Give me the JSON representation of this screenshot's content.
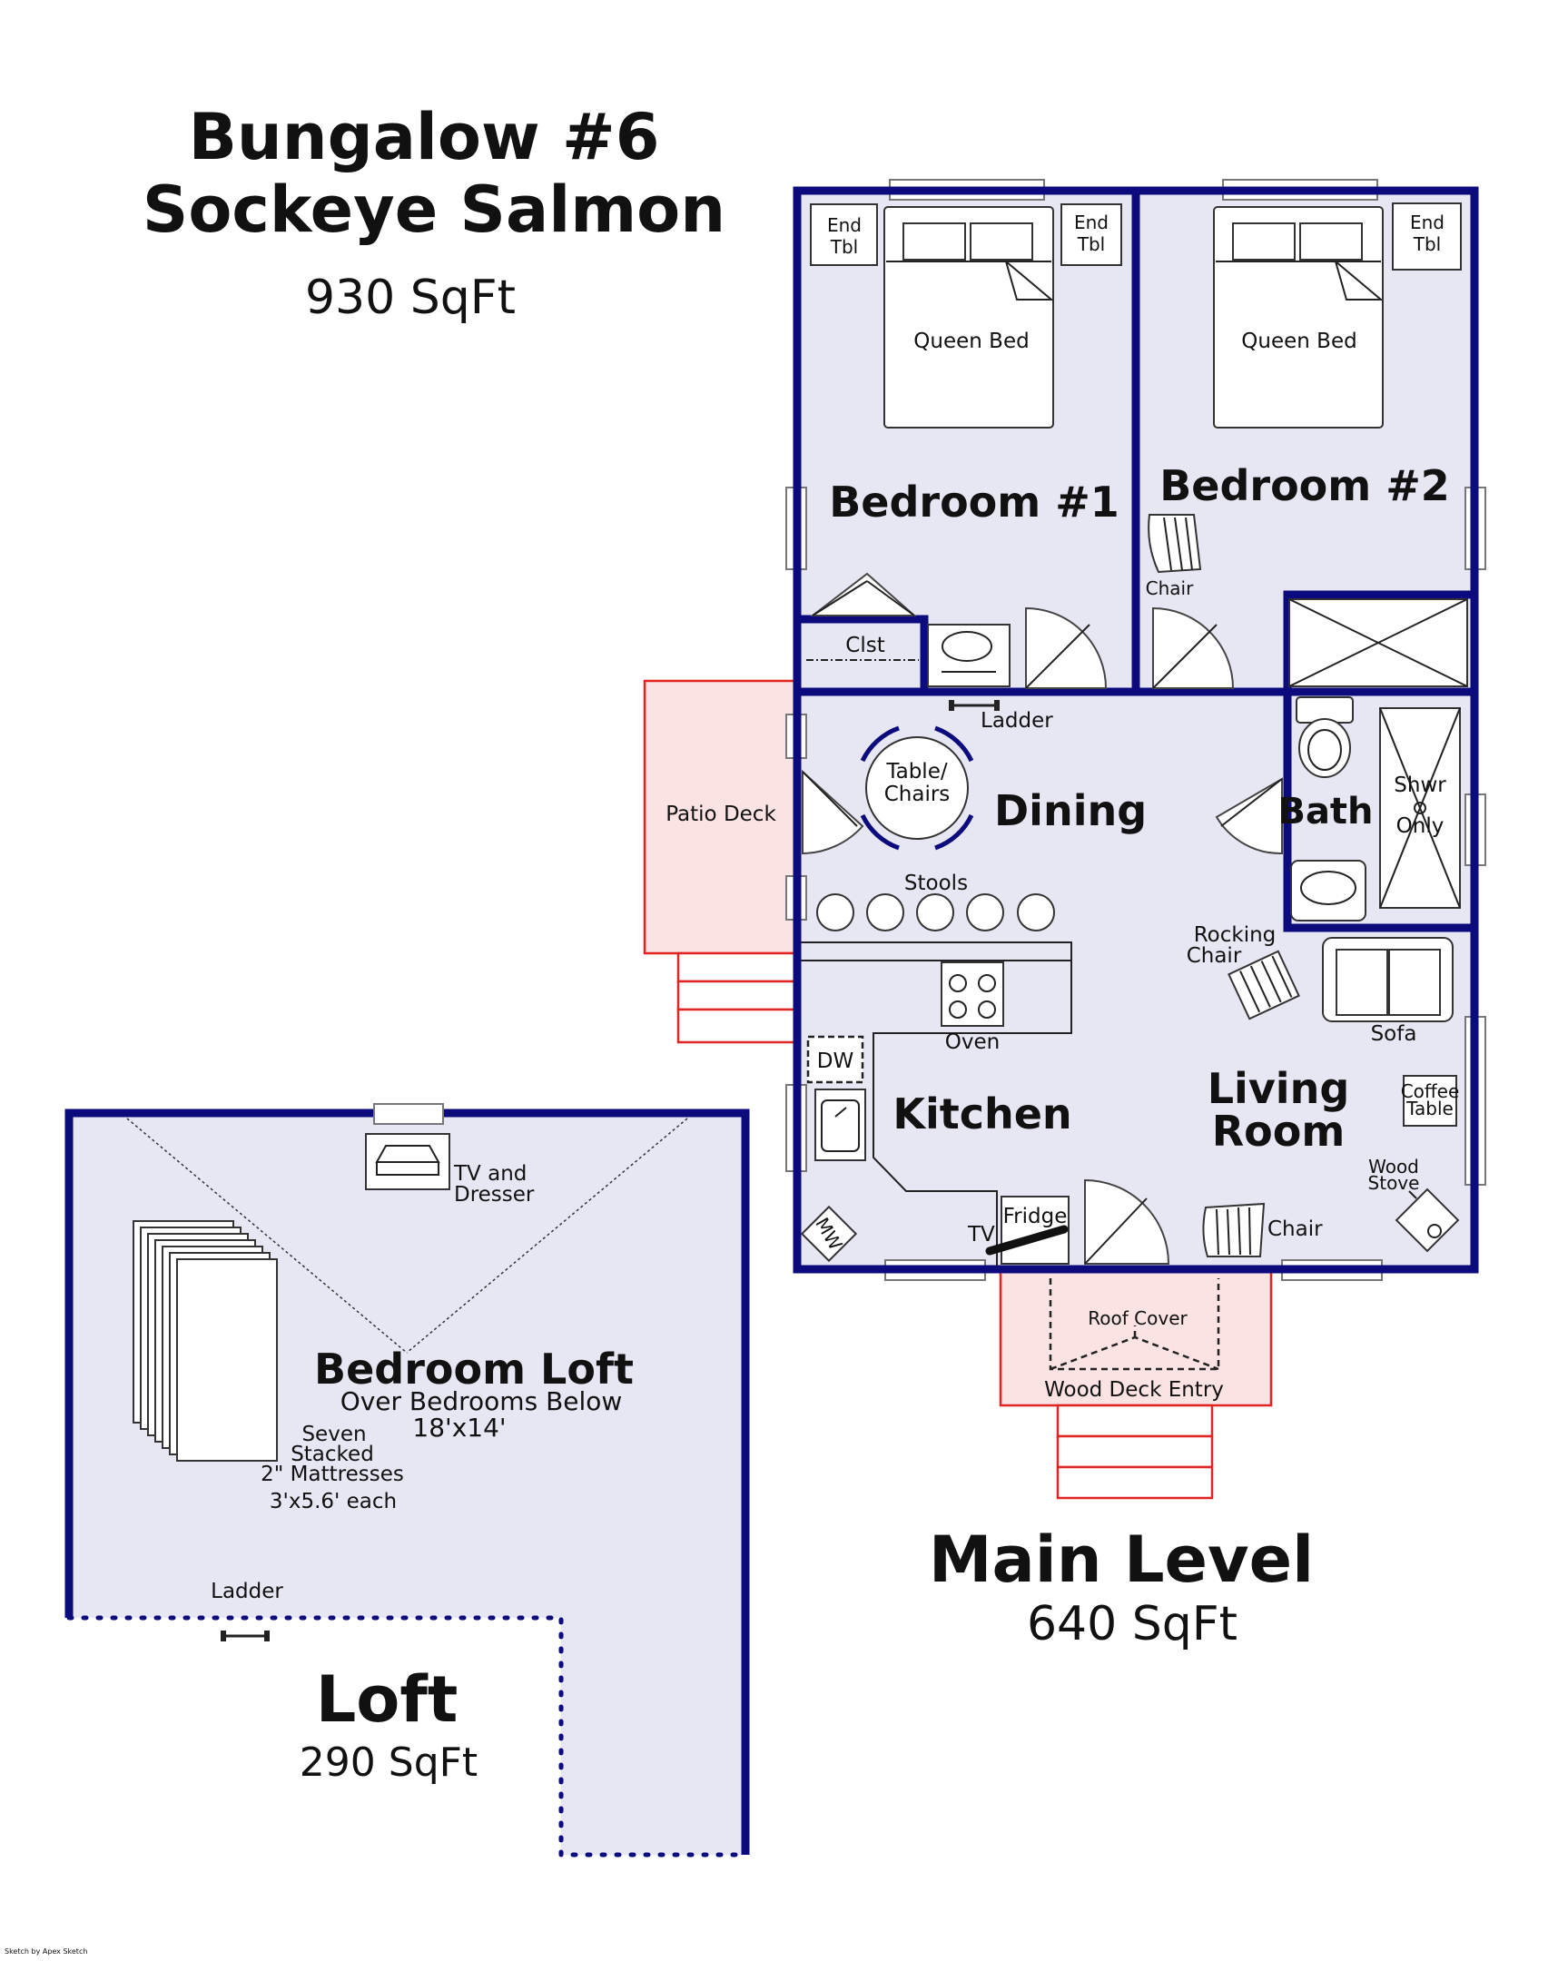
{
  "title": {
    "line1": "Bungalow #6",
    "line2": "Sockeye Salmon",
    "area": "930 SqFt"
  },
  "main_level": {
    "label": "Main Level",
    "area": "640 SqFt",
    "rooms": {
      "bedroom1": "Bedroom #1",
      "bedroom2": "Bedroom #2",
      "dining": "Dining",
      "bath": "Bath",
      "kitchen": "Kitchen",
      "living1": "Living",
      "living2": "Room"
    },
    "items": {
      "end_tbl_1": "End",
      "end_tbl_2": "Tbl",
      "queen_bed": "Queen Bed",
      "chair": "Chair",
      "clst": "Clst",
      "ladder": "Ladder",
      "table1": "Table/",
      "table2": "Chairs",
      "patio_deck": "Patio Deck",
      "stools": "Stools",
      "shwr1": "Shwr",
      "shwr2": "Only",
      "rocking1": "Rocking",
      "rocking2": "Chair",
      "sofa": "Sofa",
      "oven": "Oven",
      "dw": "DW",
      "coffee1": "Coffee",
      "coffee2": "Table",
      "wood1": "Wood",
      "wood2": "Stove",
      "fridge": "Fridge",
      "tv": "TV",
      "mw": "MW",
      "roof_cover": "Roof Cover",
      "wood_deck_entry": "Wood Deck Entry"
    }
  },
  "loft": {
    "label": "Loft",
    "area": "290 SqFt",
    "room": "Bedroom Loft",
    "sub1": "Over Bedrooms Below",
    "sub2": "18'x14'",
    "tv1": "TV and",
    "tv2": "Dresser",
    "matt1": "Seven",
    "matt2": "Stacked",
    "matt3": "2\" Mattresses",
    "matt4": "3'x5.6' each",
    "ladder": "Ladder"
  },
  "credit": "Sketch by Apex Sketch",
  "colors": {
    "wall": "#0b0b7d",
    "floor": "#e7e7f4",
    "deck": "#e02424"
  }
}
